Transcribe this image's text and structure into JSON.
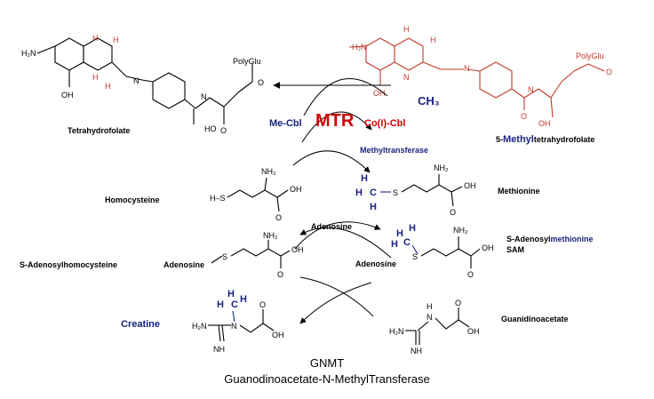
{
  "colors": {
    "accent_red": "#d10000",
    "accent_blue": "#1a237e",
    "dark_red": "#c0392b"
  },
  "enzyme": {
    "name": "MTR",
    "left_cofactor": "Me-Cbl",
    "right_cofactor": "Co(I)-Cbl",
    "description": "Methyltransferase"
  },
  "compounds": {
    "thf": "Tetrahydrofolate",
    "methyl_thf_prefix": "5-",
    "methyl_thf_highlight": "Methyl",
    "methyl_thf_suffix": "tetrahydrofolate",
    "homocysteine": "Homocysteine",
    "methionine": "Methionine",
    "sah": "S-Adenosylhomocysteine",
    "sam_prefix": "S-Adenosyl",
    "sam_highlight": "methionine",
    "sam_abbrev": "SAM",
    "creatine": "Creatine",
    "guanidinoacetate": "Guanidinoacetate"
  },
  "structure_labels": {
    "h2n": "H₂N",
    "nh2": "NH₂",
    "n": "N",
    "h": "H",
    "oh": "OH",
    "o": "O",
    "s": "S",
    "c": "C",
    "hs": "H–S",
    "ho": "HO",
    "polyglu": "PolyGlu",
    "ch3": "CH₃",
    "nh": "NH",
    "adenosine": "Adenosine"
  },
  "arrow_labels": {
    "adenosine": "Adenosine"
  },
  "caption": {
    "line1": "GNMT",
    "line2": "Guanodinoacetate-N-MethylTransferase"
  }
}
